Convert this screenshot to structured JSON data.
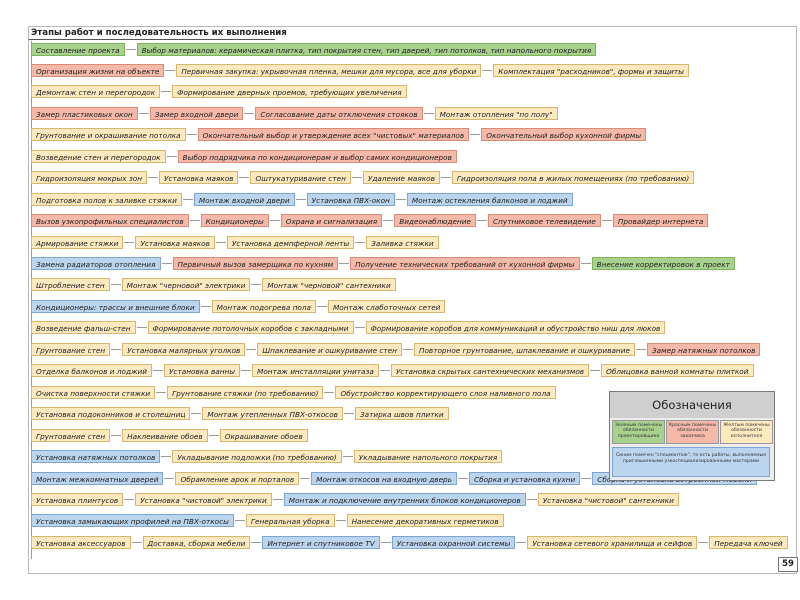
{
  "title": "Этапы работ и последовательность их выполнения",
  "page_number": "59",
  "legend": {
    "title": "Обозначения",
    "green": "Зеленым помечены обязанности проектировщика",
    "red": "Красным помечены обязанности заказчика",
    "yellow": "Желтым помечены обязанности исполнителя",
    "note": "Синим помечен \"спецмонтаж\", то есть работы, выполняемые приглашенными узкоспециализированными мастерами"
  },
  "colors": {
    "green": "#a9d18e",
    "red": "#f4b9a8",
    "yellow": "#fde9c0",
    "blue": "#bcd5ee"
  },
  "rows": [
    [
      [
        "green",
        "Составление проекта"
      ],
      [
        "green",
        "Выбор материалов: керамическая плитка, тип покрытия стен, тип дверей, тип потолков, тип напольного покрытия"
      ]
    ],
    [
      [
        "red",
        "Организация жизни на объекте"
      ],
      [
        "yellow",
        "Первичная закупка: укрывочная пленка, мешки для мусора, все для уборки"
      ],
      [
        "yellow",
        "Комплектация \"расходников\", формы и защиты"
      ]
    ],
    [
      [
        "yellow",
        "Демонтаж стен и перегородок"
      ],
      [
        "yellow",
        "Формирование дверных проемов, требующих увеличения"
      ]
    ],
    [
      [
        "red",
        "Замер пластиковых окон"
      ],
      [
        "red",
        "Замер входной двери"
      ],
      [
        "red",
        "Согласование даты отключения стояков"
      ],
      [
        "yellow",
        "Монтаж отопления \"по полу\""
      ]
    ],
    [
      [
        "yellow",
        "Грунтование и окрашивание потолка"
      ],
      [
        "red",
        "Окончательный выбор и утверждение всех \"чистовых\" материалов"
      ],
      [
        "red",
        "Окончательный выбор кухонной фирмы"
      ]
    ],
    [
      [
        "yellow",
        "Возведение стен и перегородок"
      ],
      [
        "red",
        "Выбор подрядчика по кондиционерам и выбор самих кондиционеров"
      ]
    ],
    [
      [
        "yellow",
        "Гидроизоляция мокрых зон"
      ],
      [
        "yellow",
        "Установка маяков"
      ],
      [
        "yellow",
        "Оштукатуривание стен"
      ],
      [
        "yellow",
        "Удаление маяков"
      ],
      [
        "yellow",
        "Гидроизоляция пола в жилых помещениях (по требованию)"
      ]
    ],
    [
      [
        "yellow",
        "Подготовка полов к заливке стяжки"
      ],
      [
        "blue",
        "Монтаж входной двери"
      ],
      [
        "blue",
        "Установка ПВХ-окон"
      ],
      [
        "blue",
        "Монтаж остекления балконов и лоджий"
      ]
    ],
    [
      [
        "red",
        "Вызов узкопрофильных специалистов"
      ],
      [
        "red",
        "Кондиционеры"
      ],
      [
        "red",
        "Охрана и сигнализация"
      ],
      [
        "red",
        "Видеонаблюдение"
      ],
      [
        "red",
        "Спутниковое телевидение"
      ],
      [
        "red",
        "Провайдер интернета"
      ]
    ],
    [
      [
        "yellow",
        "Армирование стяжки"
      ],
      [
        "yellow",
        "Установка маяков"
      ],
      [
        "yellow",
        "Установка демпферной ленты"
      ],
      [
        "yellow",
        "Заливка стяжки"
      ]
    ],
    [
      [
        "blue",
        "Замена радиаторов отопления"
      ],
      [
        "red",
        "Первичный вызов замерщика по кухням"
      ],
      [
        "red",
        "Получение технических требований от кухонной фирмы"
      ],
      [
        "green",
        "Внесение корректировок в проект"
      ]
    ],
    [
      [
        "yellow",
        "Штробление стен"
      ],
      [
        "yellow",
        "Монтаж \"черновой\" электрики"
      ],
      [
        "yellow",
        "Монтаж \"черновой\" сантехники"
      ]
    ],
    [
      [
        "blue",
        "Кондиционеры: трассы и внешние блоки"
      ],
      [
        "yellow",
        "Монтаж подогрева пола"
      ],
      [
        "yellow",
        "Монтаж слаботочных сетей"
      ]
    ],
    [
      [
        "yellow",
        "Возведение фальш-стен"
      ],
      [
        "yellow",
        "Формирование потолочных коробов с закладными"
      ],
      [
        "yellow",
        "Формирование коробов для коммуникаций и обустройство ниш для люков"
      ]
    ],
    [
      [
        "yellow",
        "Грунтование стен"
      ],
      [
        "yellow",
        "Установка малярных уголков"
      ],
      [
        "yellow",
        "Шпаклевание и ошкуривание стен"
      ],
      [
        "yellow",
        "Повторное грунтование, шпаклевание и ошкуривание"
      ],
      [
        "red",
        "Замер натяжных потолков"
      ]
    ],
    [
      [
        "yellow",
        "Отделка балконов и лоджий"
      ],
      [
        "yellow",
        "Установка ванны"
      ],
      [
        "yellow",
        "Монтаж инсталляции унитаза"
      ],
      [
        "yellow",
        "Установка скрытых сантехнических механизмов"
      ],
      [
        "yellow",
        "Облицовка ванной комнаты плиткой"
      ]
    ],
    [
      [
        "yellow",
        "Очистка поверхности стяжки"
      ],
      [
        "yellow",
        "Грунтование стяжки (по требованию)"
      ],
      [
        "yellow",
        "Обустройство корректирующего слоя наливного пола"
      ]
    ],
    [
      [
        "yellow",
        "Установка подоконников и столешниц"
      ],
      [
        "yellow",
        "Монтаж утепленных ПВХ-откосов"
      ],
      [
        "yellow",
        "Затирка швов плитки"
      ]
    ],
    [
      [
        "yellow",
        "Грунтование стен"
      ],
      [
        "yellow",
        "Наклеивание обоев"
      ],
      [
        "yellow",
        "Окрашивание обоев"
      ]
    ],
    [
      [
        "blue",
        "Установка натяжных потолков"
      ],
      [
        "yellow",
        "Укладывание подложки (по требованию)"
      ],
      [
        "yellow",
        "Укладывание напольного покрытия"
      ]
    ],
    [
      [
        "blue",
        "Монтаж межкомнатных дверей"
      ],
      [
        "yellow",
        "Обрамление арок и порталов"
      ],
      [
        "blue",
        "Монтаж откосов на входную дверь"
      ],
      [
        "blue",
        "Сборка и установка кухни"
      ],
      [
        "blue",
        "Сборка и установка встроенной мебели"
      ]
    ],
    [
      [
        "yellow",
        "Установка плинтусов"
      ],
      [
        "yellow",
        "Установка \"чистовой\" электрики"
      ],
      [
        "blue",
        "Монтаж и подключение внутренних блоков кондиционеров"
      ],
      [
        "yellow",
        "Установка \"чистовой\" сантехники"
      ]
    ],
    [
      [
        "blue",
        "Установка замыкающих профилей на ПВХ-откосы"
      ],
      [
        "yellow",
        "Генеральная уборка"
      ],
      [
        "yellow",
        "Нанесение декоративных герметиков"
      ]
    ],
    [
      [
        "yellow",
        "Установка аксессуаров"
      ],
      [
        "yellow",
        "Доставка, сборка мебели"
      ],
      [
        "blue",
        "Интернет и спутниковое TV"
      ],
      [
        "blue",
        "Установка охранной системы"
      ],
      [
        "yellow",
        "Установка сетевого хранилища и сейфов"
      ],
      [
        "yellow",
        "Передача ключей"
      ]
    ]
  ]
}
